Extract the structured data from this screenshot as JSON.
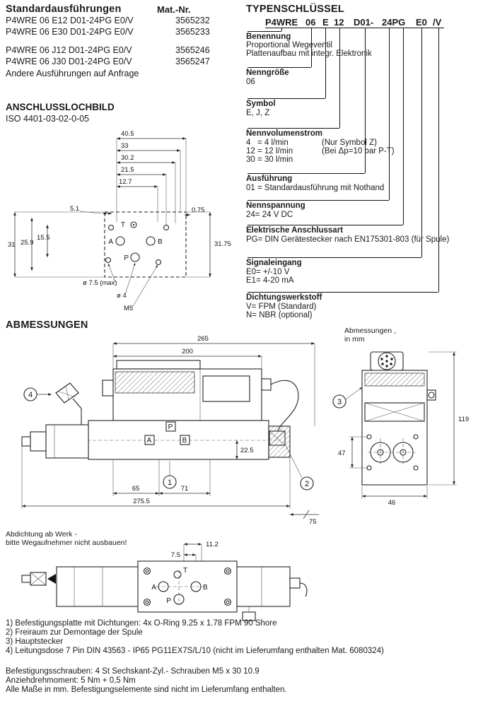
{
  "standard": {
    "title": "Standardausführungen",
    "mat_header": "Mat.-Nr.",
    "rows": [
      {
        "code": "P4WRE 06 E12 D01-24PG E0/V",
        "mat": "3565232"
      },
      {
        "code": "P4WRE 06 E30 D01-24PG E0/V",
        "mat": "3565233"
      },
      {
        "code": "P4WRE 06 J12 D01-24PG E0/V",
        "mat": "3565246"
      },
      {
        "code": "P4WRE 06 J30 D01-24PG E0/V",
        "mat": "3565247"
      }
    ],
    "note": "Andere Ausführungen auf Anfrage"
  },
  "anschluss": {
    "title": "ANSCHLUSSLOCHBILD",
    "iso": "ISO 4401-03-02-0-05",
    "dims": {
      "d40_5": "40.5",
      "d33": "33",
      "d30_2": "30.2",
      "d21_5": "21.5",
      "d12_7": "12.7",
      "d5_1": "5.1",
      "d0_75": "0.75",
      "d31": "31",
      "d25_9": "25.9",
      "d15_5": "15.5",
      "d31_75": "31.75",
      "dia75": "ø 7.5 (max)",
      "dia4": "ø 4",
      "m5": "M5"
    },
    "ports": {
      "t": "T",
      "a": "A",
      "b": "B",
      "p": "P"
    }
  },
  "typen": {
    "title": "TYPENSCHLÜSSEL",
    "code": {
      "s1": "P4WRE",
      "s2": "06",
      "s3": "E",
      "s4": "12",
      "s5": "D01-",
      "s6": "24PG",
      "s7": "E0",
      "s8": "/V"
    },
    "sections": [
      {
        "label": "Benennung",
        "l1": "Proportional Wegeventil",
        "l2": "Plattenaufbau mit integr. Elektronik"
      },
      {
        "label": "Nenngröße",
        "l1": "06"
      },
      {
        "label": "Symbol",
        "l1": "E, J, Z"
      },
      {
        "label": "Nennvolumenstrom",
        "l1": "4   = 4 l/min",
        "n1": "(Nur Symbol Z)",
        "l2": "12 = 12 l/min",
        "n2": "(Bei Δp=10 bar P-T)",
        "l3": "30 = 30 l/min"
      },
      {
        "label": "Ausführung",
        "l1": "01 = Standardausführung mit Nothand"
      },
      {
        "label": "Nennspannung",
        "l1": "24= 24 V DC"
      },
      {
        "label": "Elektrische Anschlussart",
        "l1": "PG= DIN Gerätestecker nach EN175301-803 (für Spule)"
      },
      {
        "label": "Signaleingang",
        "l1": "E0= +/-10 V",
        "l2": "E1= 4-20 mA"
      },
      {
        "label": "Dichtungswerkstoff",
        "l1": "V= FPM (Standard)",
        "l2": "N= NBR (optional)"
      }
    ]
  },
  "abmessungen": {
    "title": "ABMESSUNGEN",
    "unit_note_1": "Abmessungen ,",
    "unit_note_2": "in mm",
    "seal_note_1": "Abdichtung ab Werk -",
    "seal_note_2": "bitte Wegaufnehmer nicht ausbauen!",
    "balloons": {
      "b1": "1",
      "b2": "2",
      "b3": "3",
      "b4": "4"
    },
    "main": {
      "d265": "265",
      "d200": "200",
      "d22_5": "22.5",
      "d65": "65",
      "d71": "71",
      "d275_5": "275.5",
      "d75": "75",
      "pa": "A",
      "pp": "P",
      "pb": "B"
    },
    "front": {
      "d119": "119",
      "d47": "47",
      "d46": "46"
    },
    "top": {
      "d11_2": "11.2",
      "d7_5": "7.5",
      "pt": "T",
      "pa": "A",
      "pb": "B",
      "pp": "P"
    }
  },
  "footnotes": {
    "n1": "1) Befestigungsplatte mit Dichtungen: 4x O-Ring 9.25 x 1.78 FPM 90 Shore",
    "n2": "2) Freiraum zur Demontage der Spule",
    "n3": "3) Hauptstecker",
    "n4": "4) Leitungsdose 7 Pin DIN 43563 - IP65 PG11EX7S/L/10 (nicht im Lieferumfang enthalten Mat. 6080324)",
    "n5": "Befestigungsschrauben: 4 St Sechskant-Zyl.- Schrauben M5 x 30 10.9",
    "n6": "Anziehdrehmoment: 5 Nm + 0,5 Nm",
    "n7": "Alle Maße in mm. Befestigungselemente sind nicht im Lieferumfang enthalten."
  }
}
